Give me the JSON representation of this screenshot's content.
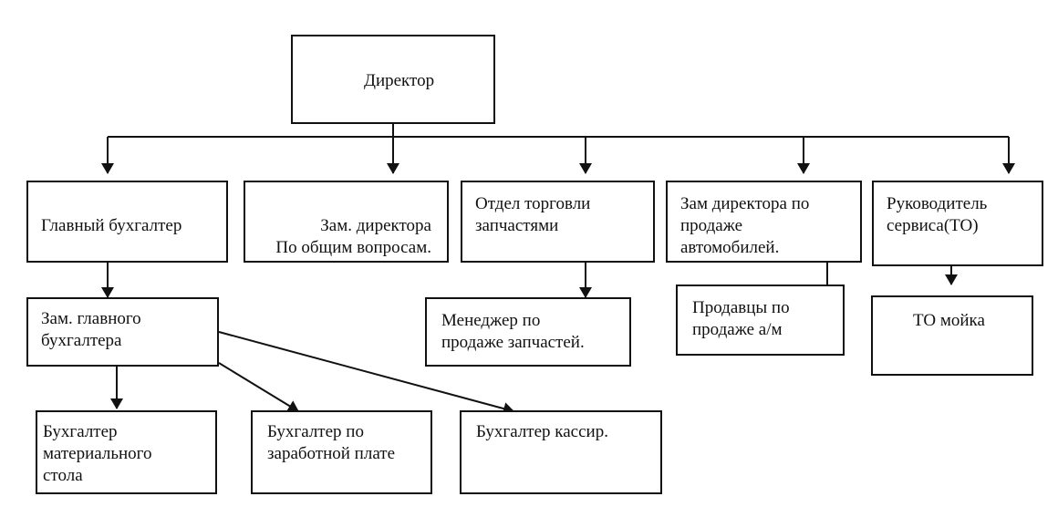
{
  "director": "Директор",
  "chief_accountant": "Главный бухгалтер",
  "deputy_general": "Зам. директора\nПо общим вопросам.",
  "parts_trade_dept": "Отдел торговли\nзапчастями",
  "deputy_car_sales": "Зам директора по\nпродаже\nавтомобилей.",
  "service_head": "Руководитель\nсервиса(ТО)",
  "deputy_chief_accountant": "Зам. главного\nбухгалтера",
  "parts_sales_manager": "Менеджер по\nпродаже запчастей.",
  "car_salespeople": "Продавцы по\nпродаже а/м",
  "to_wash": "ТО мойка",
  "material_accountant": "Бухгалтер\nматериального\nстола",
  "payroll_accountant": "Бухгалтер по\nзаработной плате",
  "cashier_accountant": "Бухгалтер кассир."
}
